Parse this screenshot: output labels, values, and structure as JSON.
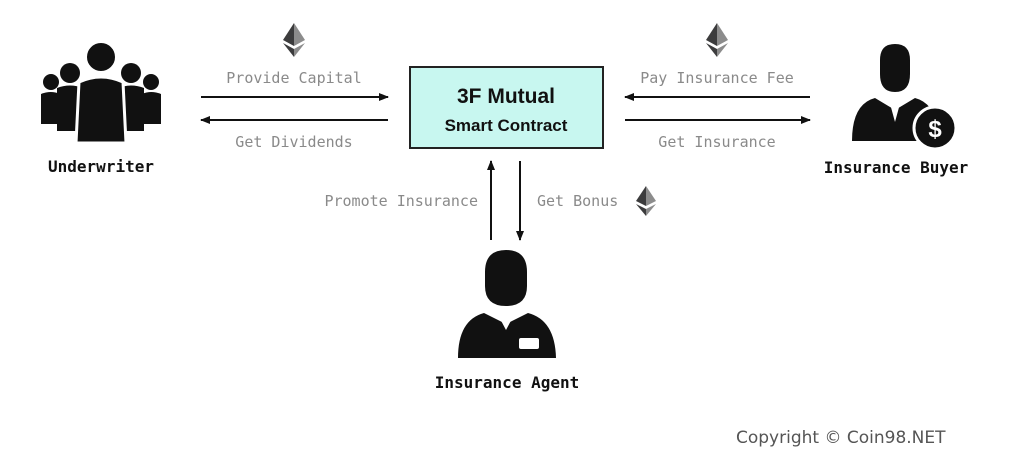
{
  "contract": {
    "title": "3F Mutual",
    "subtitle": "Smart Contract",
    "fill_color": "#c8f7f0",
    "border_color": "#222222"
  },
  "actors": {
    "underwriter": "Underwriter",
    "buyer": "Insurance Buyer",
    "agent": "Insurance Agent"
  },
  "flows": {
    "provide_capital": "Provide Capital",
    "get_dividends": "Get Dividends",
    "pay_fee": "Pay Insurance Fee",
    "get_insurance": "Get Insurance",
    "promote": "Promote Insurance",
    "get_bonus": "Get Bonus"
  },
  "icons": {
    "ether": "ethereum-icon",
    "group": "people-group-icon",
    "buyer": "businessman-dollar-icon",
    "agent": "agent-badge-icon"
  },
  "colors": {
    "label_gray": "#8a8a8a",
    "ink": "#111111",
    "ether_dark": "#3c3c3d",
    "ether_mid": "#8c8c8c"
  },
  "footer": {
    "copyright": "Copyright © Coin98.NET"
  }
}
